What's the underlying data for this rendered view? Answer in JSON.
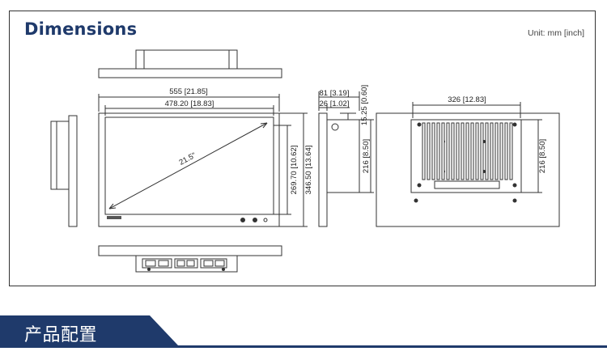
{
  "header": {
    "title": "Dimensions",
    "unit_note": "Unit: mm [inch]"
  },
  "drawing": {
    "screen_diagonal": "21.5\"",
    "front_width": "555 [21.85]",
    "display_width": "478.20 [18.83]",
    "display_height": "269.70 [10.62]",
    "front_height": "346.50 [13.64]",
    "side_depth": "81 [3.19]",
    "bezel_depth": "26 [1.02]",
    "side_offset": "15.25 [0.60]",
    "side_cutout_height": "216 [8.50]",
    "rear_cutout_width": "326 [12.83]",
    "rear_cutout_height": "216 [8.50]"
  },
  "banner": {
    "label": "产品配置"
  },
  "colors": {
    "title": "#1f3a6b",
    "banner": "#1f3a6b",
    "line": "#333333"
  }
}
